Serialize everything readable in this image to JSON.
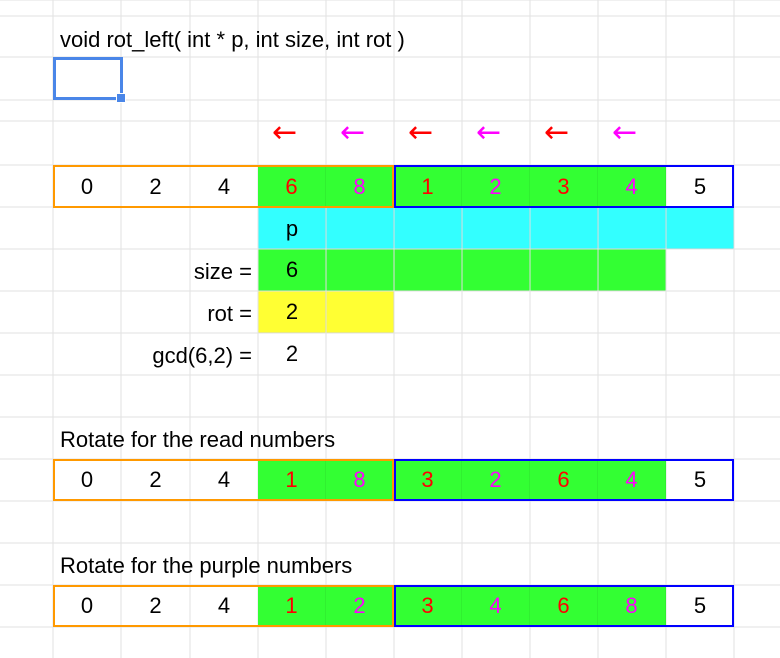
{
  "title": "void rot_left( int * p, int size, int rot )",
  "colors": {
    "red": "#ff0000",
    "purple": "#ff00ff",
    "green": "#33ff33",
    "cyan": "#33ffff",
    "yellow": "#ffff33",
    "orange_border": "#ff9900",
    "blue_border": "#0000ff",
    "selection": "#4a86e8",
    "grid": "#e2e2e2"
  },
  "arrows": [
    {
      "glyph": "←",
      "color": "red"
    },
    {
      "glyph": "←",
      "color": "purple"
    },
    {
      "glyph": "←",
      "color": "red"
    },
    {
      "glyph": "←",
      "color": "purple"
    },
    {
      "glyph": "←",
      "color": "red"
    },
    {
      "glyph": "←",
      "color": "purple"
    }
  ],
  "array_initial": [
    {
      "v": "0",
      "c": "black",
      "bg": ""
    },
    {
      "v": "2",
      "c": "black",
      "bg": ""
    },
    {
      "v": "4",
      "c": "black",
      "bg": ""
    },
    {
      "v": "6",
      "c": "red",
      "bg": "green"
    },
    {
      "v": "8",
      "c": "purple",
      "bg": "green"
    },
    {
      "v": "1",
      "c": "red",
      "bg": "green"
    },
    {
      "v": "2",
      "c": "purple",
      "bg": "green"
    },
    {
      "v": "3",
      "c": "red",
      "bg": "green"
    },
    {
      "v": "4",
      "c": "purple",
      "bg": "green"
    },
    {
      "v": "5",
      "c": "black",
      "bg": ""
    }
  ],
  "p_label": "p",
  "size_label": "size =",
  "size_value": "6",
  "rot_label": "rot =",
  "rot_value": "2",
  "gcd_label": "gcd(6,2) =",
  "gcd_value": "2",
  "section1_title": "Rotate for the read numbers",
  "array_after_red": [
    {
      "v": "0",
      "c": "black",
      "bg": ""
    },
    {
      "v": "2",
      "c": "black",
      "bg": ""
    },
    {
      "v": "4",
      "c": "black",
      "bg": ""
    },
    {
      "v": "1",
      "c": "red",
      "bg": "green"
    },
    {
      "v": "8",
      "c": "purple",
      "bg": "green"
    },
    {
      "v": "3",
      "c": "red",
      "bg": "green"
    },
    {
      "v": "2",
      "c": "purple",
      "bg": "green"
    },
    {
      "v": "6",
      "c": "red",
      "bg": "green"
    },
    {
      "v": "4",
      "c": "purple",
      "bg": "green"
    },
    {
      "v": "5",
      "c": "black",
      "bg": ""
    }
  ],
  "section2_title": "Rotate for the purple numbers",
  "array_after_purple": [
    {
      "v": "0",
      "c": "black",
      "bg": ""
    },
    {
      "v": "2",
      "c": "black",
      "bg": ""
    },
    {
      "v": "4",
      "c": "black",
      "bg": ""
    },
    {
      "v": "1",
      "c": "red",
      "bg": "green"
    },
    {
      "v": "2",
      "c": "purple",
      "bg": "green"
    },
    {
      "v": "3",
      "c": "red",
      "bg": "green"
    },
    {
      "v": "4",
      "c": "purple",
      "bg": "green"
    },
    {
      "v": "6",
      "c": "red",
      "bg": "green"
    },
    {
      "v": "8",
      "c": "purple",
      "bg": "green"
    },
    {
      "v": "5",
      "c": "black",
      "bg": ""
    }
  ]
}
